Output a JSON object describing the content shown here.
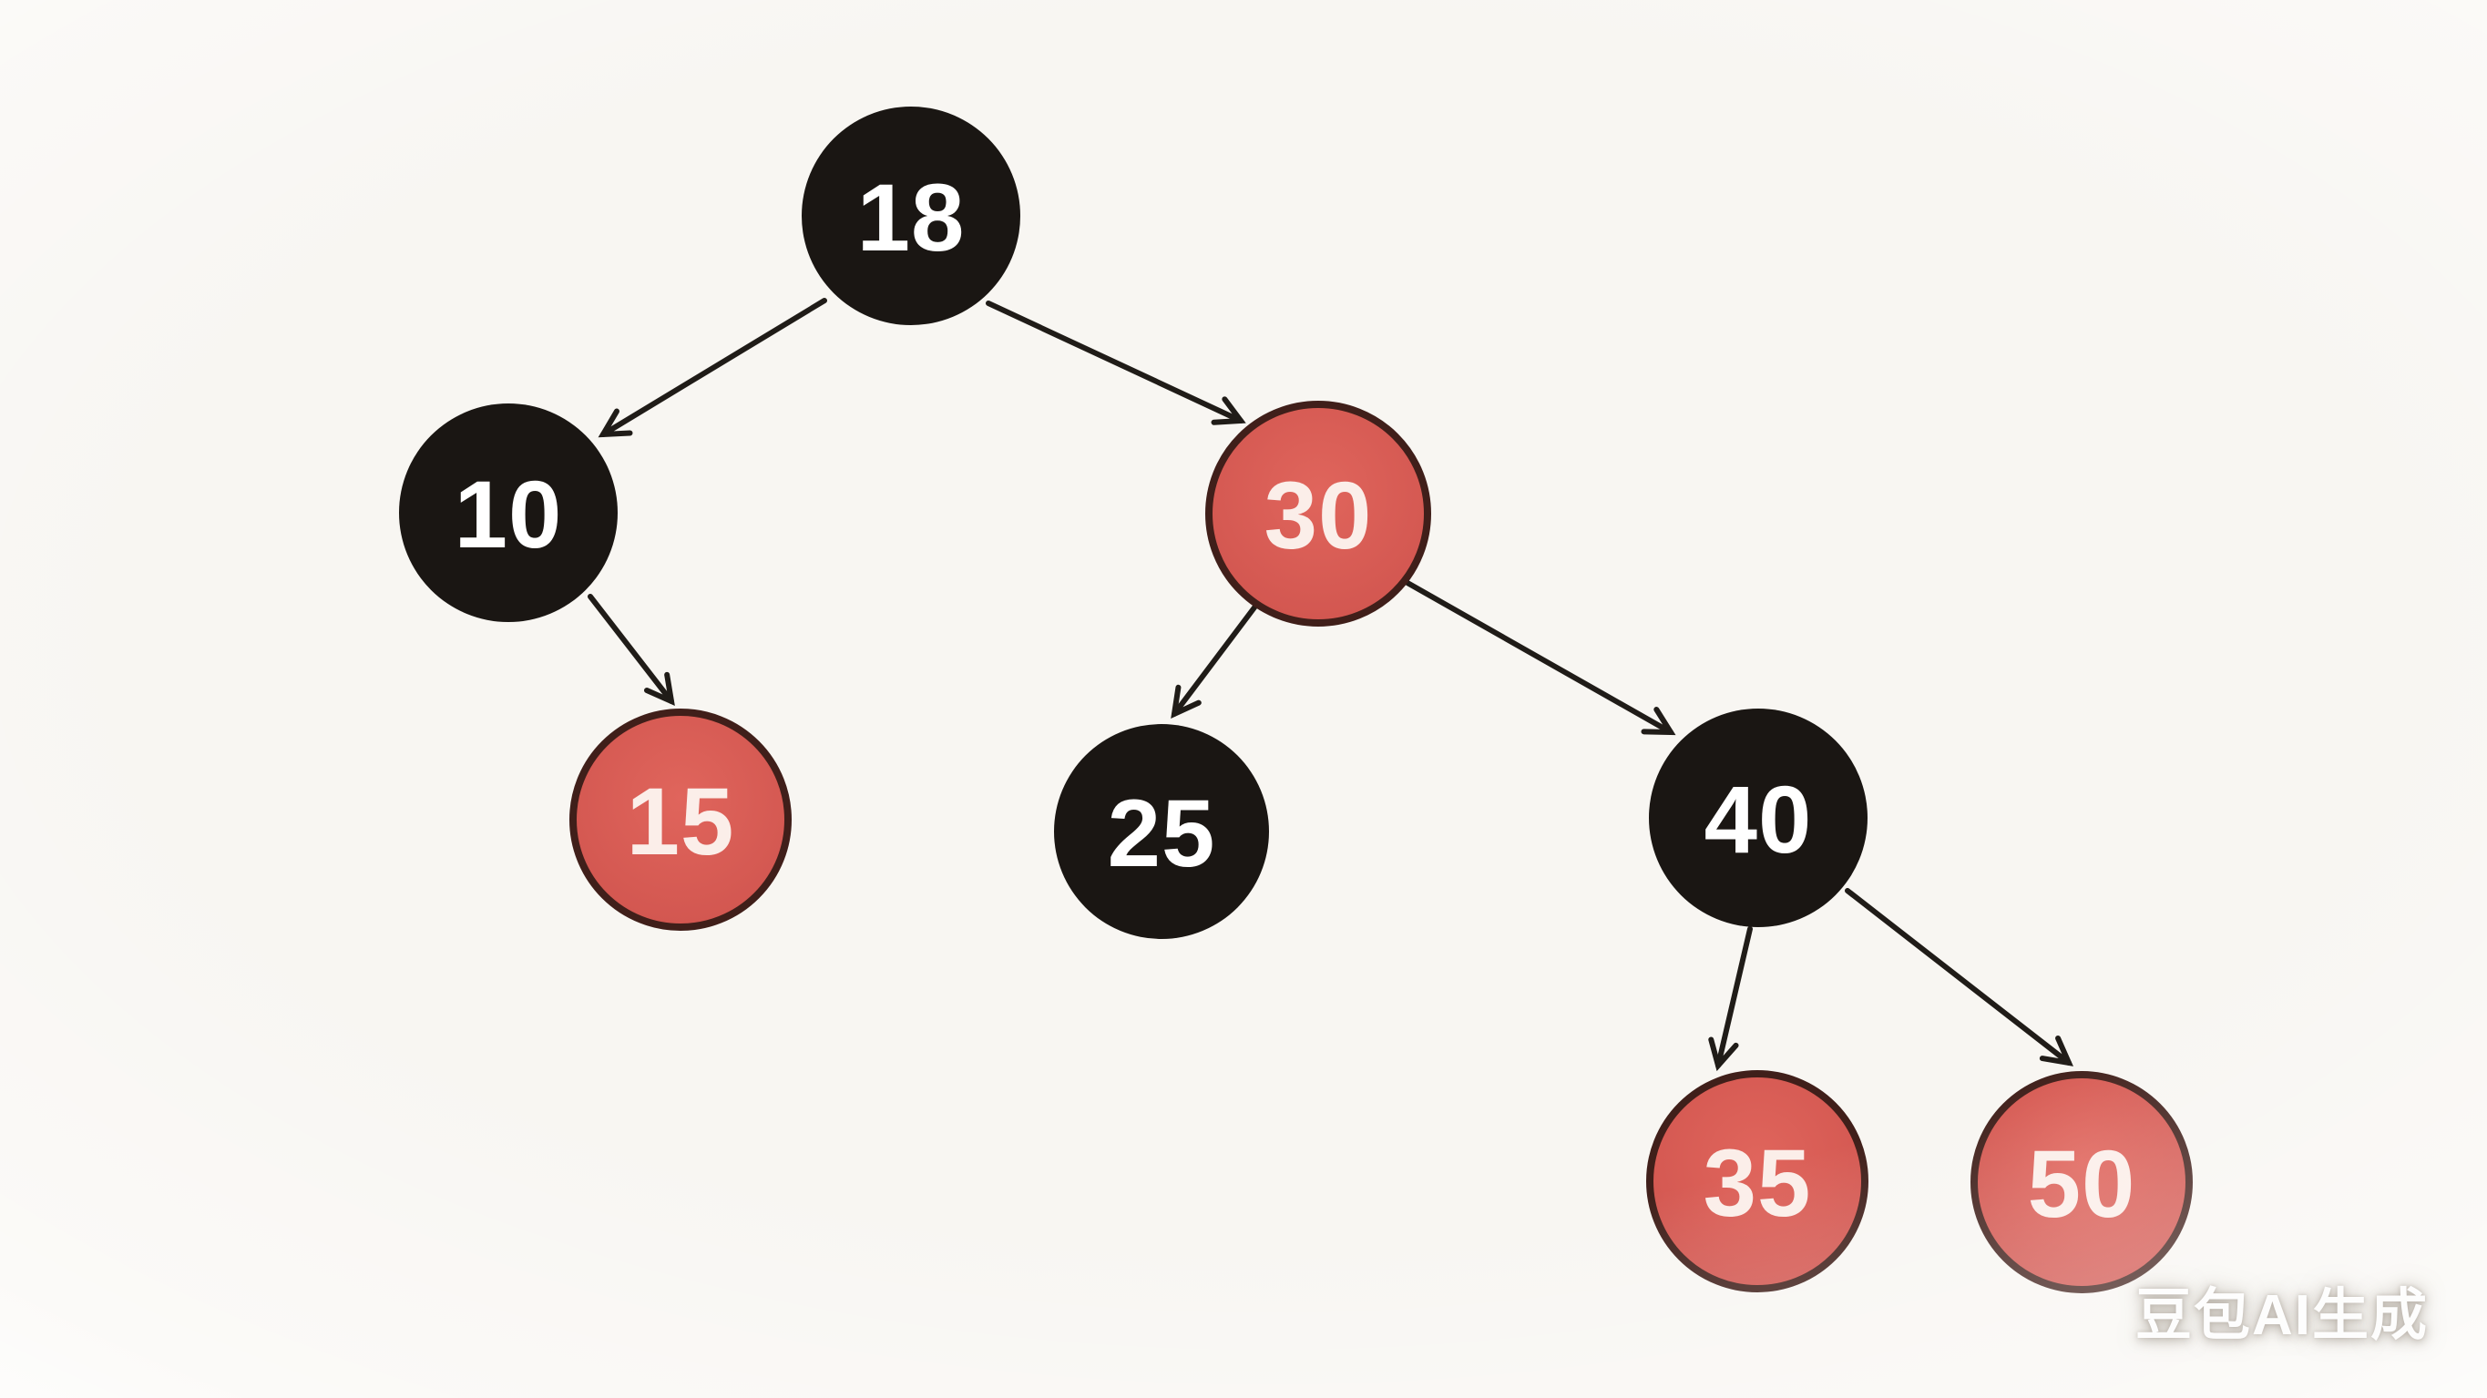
{
  "diagram": {
    "type": "red-black-tree",
    "nodes": [
      {
        "value": "18",
        "color": "black",
        "role": "root"
      },
      {
        "value": "10",
        "color": "black",
        "role": "left child of 18"
      },
      {
        "value": "30",
        "color": "red",
        "role": "right child of 18"
      },
      {
        "value": "15",
        "color": "red",
        "role": "right child of 10"
      },
      {
        "value": "25",
        "color": "black",
        "role": "left child of 30"
      },
      {
        "value": "40",
        "color": "black",
        "role": "right child of 30"
      },
      {
        "value": "35",
        "color": "red",
        "role": "left child of 40"
      },
      {
        "value": "50",
        "color": "red",
        "role": "right child of 40"
      }
    ],
    "edges": [
      {
        "from": "18",
        "to": "10"
      },
      {
        "from": "18",
        "to": "30"
      },
      {
        "from": "10",
        "to": "15"
      },
      {
        "from": "30",
        "to": "25"
      },
      {
        "from": "30",
        "to": "40"
      },
      {
        "from": "40",
        "to": "35"
      },
      {
        "from": "40",
        "to": "50"
      }
    ]
  },
  "colors": {
    "background": "#f8f6f2",
    "black_node": "#1a1613",
    "red_node_inner": "#e0655c",
    "red_node_outer": "#d0544e",
    "red_node_border": "#401f1a",
    "text_on_black": "#ffffff",
    "text_on_red": "#fbeee9",
    "arrow": "#201c18"
  },
  "watermark": {
    "text": "豆包AI生成"
  }
}
